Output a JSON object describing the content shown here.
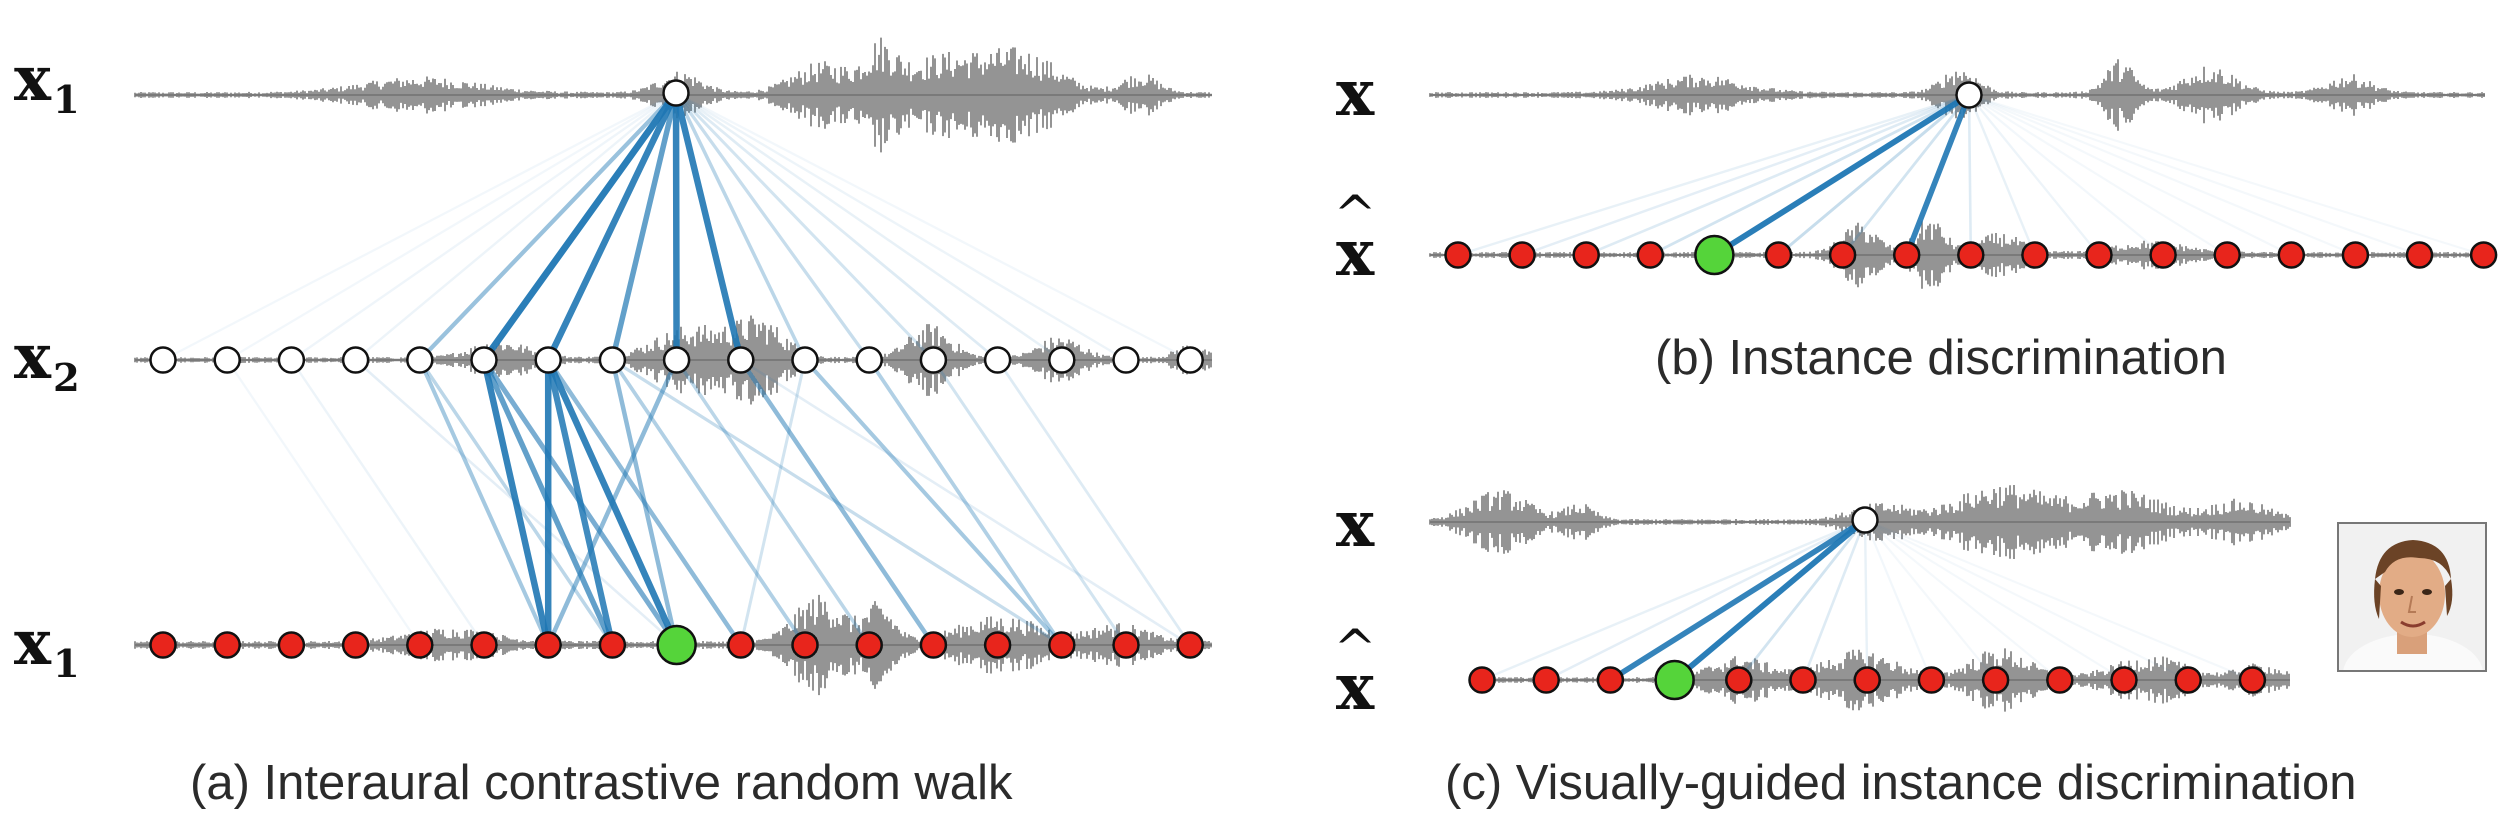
{
  "labels": {
    "a_top": {
      "base": "x",
      "sub": "1"
    },
    "a_mid": {
      "base": "x",
      "sub": "2"
    },
    "a_bot": {
      "base": "x",
      "sub": "1"
    },
    "b_top": {
      "base": "x"
    },
    "b_bot": {
      "base": "x"
    },
    "c_top": {
      "base": "x"
    },
    "c_bot": {
      "base": "x"
    }
  },
  "captions": {
    "a": "(a) Interaural contrastive random walk",
    "b": "(b) Instance discrimination",
    "c": "(c) Visually-guided instance discrimination"
  },
  "colors": {
    "waveform": "#7a7a7a",
    "edge_strong": "#1f77b4",
    "node_query": "#ffffff",
    "node_negative": "#e8251c",
    "node_positive": "#55d43a",
    "node_outline": "#111111"
  },
  "image": {
    "name": "face-photo"
  }
}
